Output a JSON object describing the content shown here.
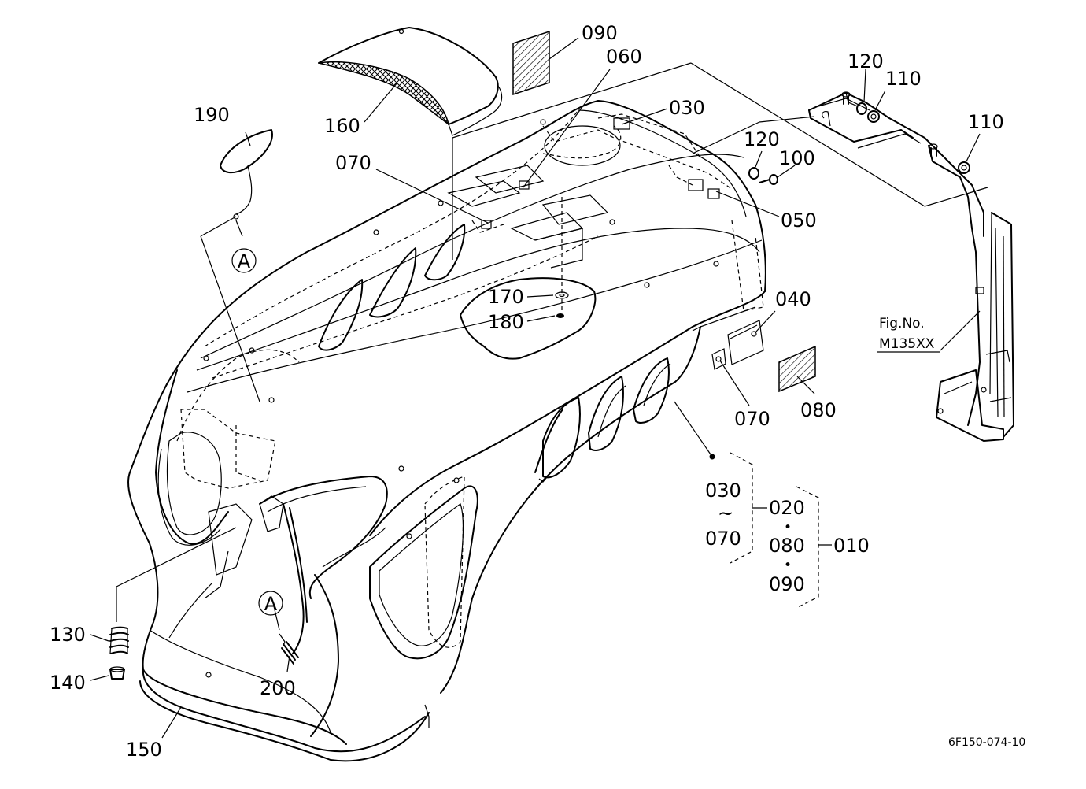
{
  "labels": {
    "p090_top": "090",
    "p060": "060",
    "p030_top": "030",
    "p120_top": "120",
    "p110_top": "110",
    "p110_right": "110",
    "p190": "190",
    "p160": "160",
    "p070_top": "070",
    "p120_mid": "120",
    "p100": "100",
    "p050": "050",
    "p170": "170",
    "p180": "180",
    "p040": "040",
    "p070_bottom": "070",
    "p080": "080",
    "p130": "130",
    "p140": "140",
    "p150": "150",
    "p200": "200",
    "ref_a_top": "A",
    "ref_a_bottom": "A"
  },
  "figure_ref": {
    "line1": "Fig.No.",
    "line2": "M135XX"
  },
  "assembly_key": {
    "range_start": "030",
    "tilde": "~",
    "range_end": "070",
    "group_020": "020",
    "group_080": "080",
    "group_090": "090",
    "dot": "•",
    "assembly_010": "010"
  },
  "drawing_code": "6F150-074-10",
  "colors": {
    "line": "#000000",
    "background": "#ffffff"
  }
}
